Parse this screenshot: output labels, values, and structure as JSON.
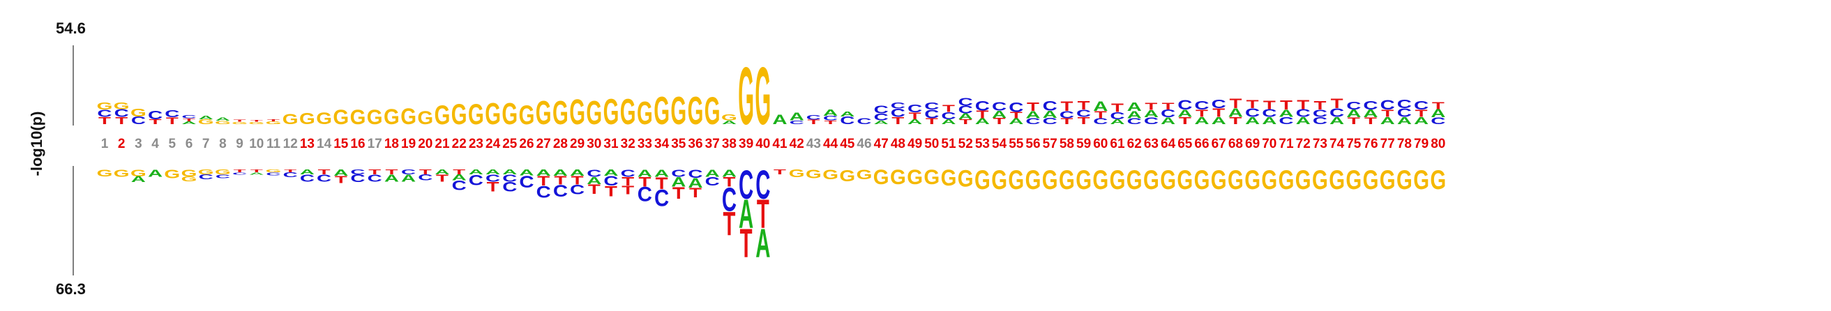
{
  "chart_data": {
    "type": "sequence-logo",
    "ylabel": "-log10(p)",
    "ytick_top": "54.6",
    "ytick_bottom": "66.3",
    "positions": [
      1,
      2,
      3,
      4,
      5,
      6,
      7,
      8,
      9,
      10,
      11,
      12,
      13,
      14,
      15,
      16,
      17,
      18,
      19,
      20,
      21,
      22,
      23,
      24,
      25,
      26,
      27,
      28,
      29,
      30,
      31,
      32,
      33,
      34,
      35,
      36,
      37,
      38,
      39,
      40,
      41,
      42,
      43,
      44,
      45,
      46,
      47,
      48,
      49,
      50,
      51,
      52,
      53,
      54,
      55,
      56,
      57,
      58,
      59,
      60,
      61,
      62,
      63,
      64,
      65,
      66,
      67,
      68,
      69,
      70,
      71,
      72,
      73,
      74,
      75,
      76,
      77,
      78,
      79,
      80
    ],
    "significant_positions": [
      2,
      13,
      15,
      16,
      18,
      19,
      20,
      21,
      22,
      23,
      24,
      25,
      26,
      27,
      28,
      29,
      30,
      31,
      32,
      33,
      34,
      35,
      36,
      37,
      38,
      39,
      40,
      41,
      42,
      44,
      45,
      47,
      48,
      49,
      50,
      51,
      52,
      53,
      54,
      55,
      56,
      57,
      58,
      59,
      60,
      61,
      62,
      63,
      64,
      65,
      66,
      67,
      68,
      69,
      70,
      71,
      72,
      73,
      74,
      75,
      76,
      77,
      78,
      79,
      80
    ],
    "colors": {
      "A": "#1ab01a",
      "C": "#1414d8",
      "G": "#f5b800",
      "T": "#e61010",
      "tick_significant": "#e60000",
      "tick_normal": "#8c8c8c"
    },
    "enriched": [
      [
        [
          "T",
          1.5
        ],
        [
          "C",
          1.5
        ],
        [
          "G",
          1.5
        ]
      ],
      [
        [
          "T",
          1.5
        ],
        [
          "C",
          1.6
        ],
        [
          "G",
          1.4
        ]
      ],
      [
        [
          "C",
          1.6
        ],
        [
          "G",
          1.6
        ]
      ],
      [
        [
          "T",
          1.0
        ],
        [
          "C",
          1.8
        ]
      ],
      [
        [
          "T",
          1.4
        ],
        [
          "C",
          1.5
        ]
      ],
      [
        [
          "A",
          0.6
        ],
        [
          "T",
          0.6
        ],
        [
          "C",
          0.7
        ]
      ],
      [
        [
          "G",
          1.0
        ],
        [
          "A",
          0.8
        ]
      ],
      [
        [
          "G",
          0.7
        ],
        [
          "A",
          0.7
        ]
      ],
      [
        [
          "G",
          0.5
        ],
        [
          "T",
          0.5
        ]
      ],
      [
        [
          "G",
          0.5
        ],
        [
          "T",
          0.4
        ]
      ],
      [
        [
          "G",
          0.6
        ],
        [
          "T",
          0.5
        ]
      ],
      [
        [
          "G",
          2.2
        ]
      ],
      [
        [
          "G",
          2.4
        ]
      ],
      [
        [
          "G",
          2.5
        ]
      ],
      [
        [
          "G",
          3.0
        ]
      ],
      [
        [
          "G",
          3.0
        ]
      ],
      [
        [
          "G",
          3.0
        ]
      ],
      [
        [
          "G",
          3.2
        ]
      ],
      [
        [
          "G",
          3.3
        ]
      ],
      [
        [
          "G",
          2.8
        ]
      ],
      [
        [
          "G",
          4.0
        ]
      ],
      [
        [
          "G",
          4.3
        ]
      ],
      [
        [
          "G",
          4.3
        ]
      ],
      [
        [
          "G",
          4.5
        ]
      ],
      [
        [
          "G",
          4.5
        ]
      ],
      [
        [
          "G",
          4.0
        ]
      ],
      [
        [
          "G",
          5.0
        ]
      ],
      [
        [
          "G",
          5.0
        ]
      ],
      [
        [
          "G",
          5.2
        ]
      ],
      [
        [
          "G",
          5.0
        ]
      ],
      [
        [
          "G",
          5.3
        ]
      ],
      [
        [
          "G",
          5.3
        ]
      ],
      [
        [
          "G",
          4.8
        ]
      ],
      [
        [
          "G",
          5.8
        ]
      ],
      [
        [
          "G",
          5.8
        ]
      ],
      [
        [
          "G",
          5.8
        ]
      ],
      [
        [
          "G",
          5.7
        ]
      ],
      [
        [
          "A",
          0.8
        ],
        [
          "G",
          1.2
        ]
      ],
      [
        [
          "G",
          12.0
        ]
      ],
      [
        [
          "G",
          12.0
        ]
      ],
      [
        [
          "A",
          2.0
        ]
      ],
      [
        [
          "C",
          0.8
        ],
        [
          "A",
          1.6
        ]
      ],
      [
        [
          "T",
          0.9
        ],
        [
          "C",
          0.9
        ]
      ],
      [
        [
          "T",
          0.8
        ],
        [
          "C",
          0.9
        ],
        [
          "A",
          1.3
        ]
      ],
      [
        [
          "C",
          1.6
        ],
        [
          "A",
          1.0
        ]
      ],
      [
        [
          "C",
          1.2
        ]
      ],
      [
        [
          "A",
          0.8
        ],
        [
          "C",
          1.4
        ],
        [
          "C",
          1.6
        ]
      ],
      [
        [
          "T",
          1.5
        ],
        [
          "C",
          1.7
        ],
        [
          "C",
          1.2
        ]
      ],
      [
        [
          "A",
          1.0
        ],
        [
          "T",
          1.4
        ],
        [
          "C",
          1.6
        ]
      ],
      [
        [
          "T",
          1.2
        ],
        [
          "C",
          1.8
        ],
        [
          "C",
          1.5
        ]
      ],
      [
        [
          "A",
          1.0
        ],
        [
          "C",
          1.5
        ],
        [
          "T",
          1.5
        ]
      ],
      [
        [
          "T",
          1.0
        ],
        [
          "A",
          1.2
        ],
        [
          "C",
          1.6
        ],
        [
          "C",
          1.6
        ]
      ],
      [
        [
          "A",
          1.2
        ],
        [
          "T",
          1.6
        ],
        [
          "C",
          2.0
        ]
      ],
      [
        [
          "T",
          1.3
        ],
        [
          "A",
          1.5
        ],
        [
          "C",
          1.8
        ]
      ],
      [
        [
          "A",
          1.2
        ],
        [
          "T",
          1.3
        ],
        [
          "C",
          2.0
        ]
      ],
      [
        [
          "C",
          1.2
        ],
        [
          "A",
          1.5
        ],
        [
          "T",
          1.8
        ]
      ],
      [
        [
          "C",
          1.3
        ],
        [
          "A",
          1.5
        ],
        [
          "C",
          2.0
        ]
      ],
      [
        [
          "T",
          1.2
        ],
        [
          "C",
          1.5
        ],
        [
          "T",
          2.0
        ]
      ],
      [
        [
          "T",
          1.5
        ],
        [
          "C",
          1.5
        ],
        [
          "T",
          1.8
        ]
      ],
      [
        [
          "C",
          1.2
        ],
        [
          "T",
          1.5
        ],
        [
          "A",
          2.0
        ]
      ],
      [
        [
          "A",
          1.0
        ],
        [
          "C",
          1.5
        ],
        [
          "T",
          1.8
        ]
      ],
      [
        [
          "C",
          1.2
        ],
        [
          "A",
          1.5
        ],
        [
          "A",
          1.8
        ]
      ],
      [
        [
          "C",
          1.4
        ],
        [
          "A",
          1.5
        ],
        [
          "T",
          1.5
        ]
      ],
      [
        [
          "A",
          1.4
        ],
        [
          "C",
          1.6
        ],
        [
          "T",
          1.4
        ]
      ],
      [
        [
          "T",
          1.5
        ],
        [
          "A",
          1.5
        ],
        [
          "C",
          2.0
        ]
      ],
      [
        [
          "A",
          1.5
        ],
        [
          "T",
          1.5
        ],
        [
          "C",
          1.8
        ]
      ],
      [
        [
          "A",
          1.5
        ],
        [
          "T",
          1.8
        ],
        [
          "C",
          1.8
        ]
      ],
      [
        [
          "T",
          1.5
        ],
        [
          "A",
          1.8
        ],
        [
          "T",
          2.0
        ]
      ],
      [
        [
          "A",
          1.5
        ],
        [
          "C",
          1.8
        ],
        [
          "T",
          1.7
        ]
      ],
      [
        [
          "A",
          1.5
        ],
        [
          "C",
          1.6
        ],
        [
          "T",
          1.8
        ]
      ],
      [
        [
          "C",
          1.5
        ],
        [
          "A",
          1.5
        ],
        [
          "T",
          1.9
        ]
      ],
      [
        [
          "A",
          1.5
        ],
        [
          "C",
          1.6
        ],
        [
          "T",
          1.9
        ]
      ],
      [
        [
          "C",
          1.5
        ],
        [
          "C",
          1.5
        ],
        [
          "T",
          1.8
        ]
      ],
      [
        [
          "A",
          1.5
        ],
        [
          "C",
          1.8
        ],
        [
          "T",
          2.0
        ]
      ],
      [
        [
          "T",
          1.4
        ],
        [
          "A",
          1.6
        ],
        [
          "C",
          1.6
        ]
      ],
      [
        [
          "T",
          1.4
        ],
        [
          "A",
          1.6
        ],
        [
          "C",
          1.8
        ]
      ],
      [
        [
          "A",
          1.5
        ],
        [
          "T",
          1.5
        ],
        [
          "C",
          2.0
        ]
      ],
      [
        [
          "A",
          1.5
        ],
        [
          "C",
          1.8
        ],
        [
          "C",
          1.8
        ]
      ],
      [
        [
          "A",
          1.5
        ],
        [
          "T",
          1.5
        ],
        [
          "C",
          1.8
        ]
      ],
      [
        [
          "C",
          1.4
        ],
        [
          "A",
          1.7
        ],
        [
          "T",
          1.5
        ]
      ]
    ],
    "depleted": [
      [
        [
          "G",
          1.4
        ]
      ],
      [
        [
          "G",
          1.5
        ]
      ],
      [
        [
          "G",
          1.4
        ],
        [
          "A",
          1.2
        ]
      ],
      [
        [
          "A",
          1.5
        ]
      ],
      [
        [
          "G",
          1.8
        ]
      ],
      [
        [
          "G",
          1.4
        ],
        [
          "G",
          1.0
        ]
      ],
      [
        [
          "G",
          1.0
        ],
        [
          "C",
          1.0
        ]
      ],
      [
        [
          "G",
          1.0
        ],
        [
          "C",
          0.8
        ]
      ],
      [
        [
          "T",
          0.6
        ],
        [
          "C",
          0.5
        ]
      ],
      [
        [
          "T",
          0.6
        ],
        [
          "A",
          0.5
        ]
      ],
      [
        [
          "G",
          0.6
        ],
        [
          "C",
          0.6
        ]
      ],
      [
        [
          "T",
          0.6
        ],
        [
          "C",
          1.0
        ]
      ],
      [
        [
          "A",
          1.0
        ],
        [
          "C",
          1.5
        ]
      ],
      [
        [
          "T",
          1.0
        ],
        [
          "C",
          1.5
        ]
      ],
      [
        [
          "A",
          1.3
        ],
        [
          "T",
          1.5
        ]
      ],
      [
        [
          "C",
          1.0
        ],
        [
          "C",
          1.6
        ]
      ],
      [
        [
          "T",
          1.0
        ],
        [
          "C",
          1.5
        ]
      ],
      [
        [
          "T",
          1.0
        ],
        [
          "A",
          1.5
        ]
      ],
      [
        [
          "C",
          1.0
        ],
        [
          "A",
          1.5
        ]
      ],
      [
        [
          "T",
          1.0
        ],
        [
          "C",
          1.2
        ]
      ],
      [
        [
          "A",
          1.0
        ],
        [
          "T",
          1.5
        ]
      ],
      [
        [
          "T",
          1.0
        ],
        [
          "A",
          1.2
        ],
        [
          "C",
          2.0
        ]
      ],
      [
        [
          "A",
          1.0
        ],
        [
          "C",
          2.2
        ]
      ],
      [
        [
          "A",
          1.0
        ],
        [
          "C",
          1.5
        ],
        [
          "T",
          2.0
        ]
      ],
      [
        [
          "A",
          1.0
        ],
        [
          "C",
          1.5
        ],
        [
          "C",
          2.0
        ]
      ],
      [
        [
          "A",
          1.2
        ],
        [
          "C",
          2.5
        ]
      ],
      [
        [
          "A",
          1.3
        ],
        [
          "T",
          2.0
        ],
        [
          "C",
          2.5
        ]
      ],
      [
        [
          "A",
          1.3
        ],
        [
          "T",
          1.8
        ],
        [
          "C",
          2.5
        ]
      ],
      [
        [
          "A",
          1.3
        ],
        [
          "T",
          1.8
        ],
        [
          "C",
          2.0
        ]
      ],
      [
        [
          "C",
          1.5
        ],
        [
          "A",
          1.5
        ],
        [
          "T",
          2.0
        ]
      ],
      [
        [
          "A",
          1.3
        ],
        [
          "C",
          2.0
        ],
        [
          "T",
          2.2
        ]
      ],
      [
        [
          "C",
          1.5
        ],
        [
          "T",
          1.8
        ],
        [
          "T",
          1.8
        ]
      ],
      [
        [
          "A",
          1.5
        ],
        [
          "T",
          2.0
        ],
        [
          "C",
          3.0
        ]
      ],
      [
        [
          "A",
          1.5
        ],
        [
          "T",
          2.5
        ],
        [
          "C",
          3.5
        ]
      ],
      [
        [
          "C",
          1.5
        ],
        [
          "A",
          2.0
        ],
        [
          "T",
          2.5
        ]
      ],
      [
        [
          "C",
          1.7
        ],
        [
          "A",
          2.0
        ],
        [
          "T",
          2.0
        ]
      ],
      [
        [
          "A",
          1.5
        ],
        [
          "C",
          1.8
        ]
      ],
      [
        [
          "A",
          1.5
        ],
        [
          "T",
          2.0
        ],
        [
          "C",
          5.0
        ],
        [
          "T",
          5.0
        ]
      ],
      [
        [
          "C",
          6.0
        ],
        [
          "A",
          6.0
        ],
        [
          "T",
          6.0
        ]
      ],
      [
        [
          "C",
          6.0
        ],
        [
          "T",
          6.0
        ],
        [
          "A",
          6.0
        ]
      ],
      [
        [
          "T",
          1.0
        ]
      ],
      [
        [
          "G",
          1.6
        ]
      ],
      [
        [
          "G",
          1.8
        ]
      ],
      [
        [
          "G",
          2.0
        ]
      ],
      [
        [
          "G",
          2.4
        ]
      ],
      [
        [
          "G",
          2.0
        ]
      ],
      [
        [
          "G",
          3.0
        ]
      ],
      [
        [
          "G",
          3.0
        ]
      ],
      [
        [
          "G",
          3.0
        ]
      ],
      [
        [
          "G",
          3.0
        ]
      ],
      [
        [
          "G",
          3.3
        ]
      ],
      [
        [
          "G",
          3.5
        ]
      ],
      [
        [
          "G",
          4.0
        ]
      ],
      [
        [
          "G",
          4.0
        ]
      ],
      [
        [
          "G",
          4.0
        ]
      ],
      [
        [
          "G",
          4.0
        ]
      ],
      [
        [
          "G",
          4.0
        ]
      ],
      [
        [
          "G",
          4.0
        ]
      ],
      [
        [
          "G",
          4.0
        ]
      ],
      [
        [
          "G",
          4.0
        ]
      ],
      [
        [
          "G",
          4.0
        ]
      ],
      [
        [
          "G",
          4.0
        ]
      ],
      [
        [
          "G",
          4.0
        ]
      ],
      [
        [
          "G",
          4.0
        ]
      ],
      [
        [
          "G",
          4.0
        ]
      ],
      [
        [
          "G",
          4.0
        ]
      ],
      [
        [
          "G",
          4.0
        ]
      ],
      [
        [
          "G",
          4.0
        ]
      ],
      [
        [
          "G",
          4.0
        ]
      ],
      [
        [
          "G",
          4.0
        ]
      ],
      [
        [
          "G",
          4.0
        ]
      ],
      [
        [
          "G",
          4.0
        ]
      ],
      [
        [
          "G",
          4.0
        ]
      ],
      [
        [
          "G",
          4.0
        ]
      ],
      [
        [
          "G",
          4.0
        ]
      ],
      [
        [
          "G",
          4.0
        ]
      ],
      [
        [
          "G",
          4.0
        ]
      ],
      [
        [
          "G",
          4.0
        ]
      ],
      [
        [
          "G",
          4.0
        ]
      ],
      [
        [
          "G",
          4.0
        ]
      ]
    ]
  }
}
